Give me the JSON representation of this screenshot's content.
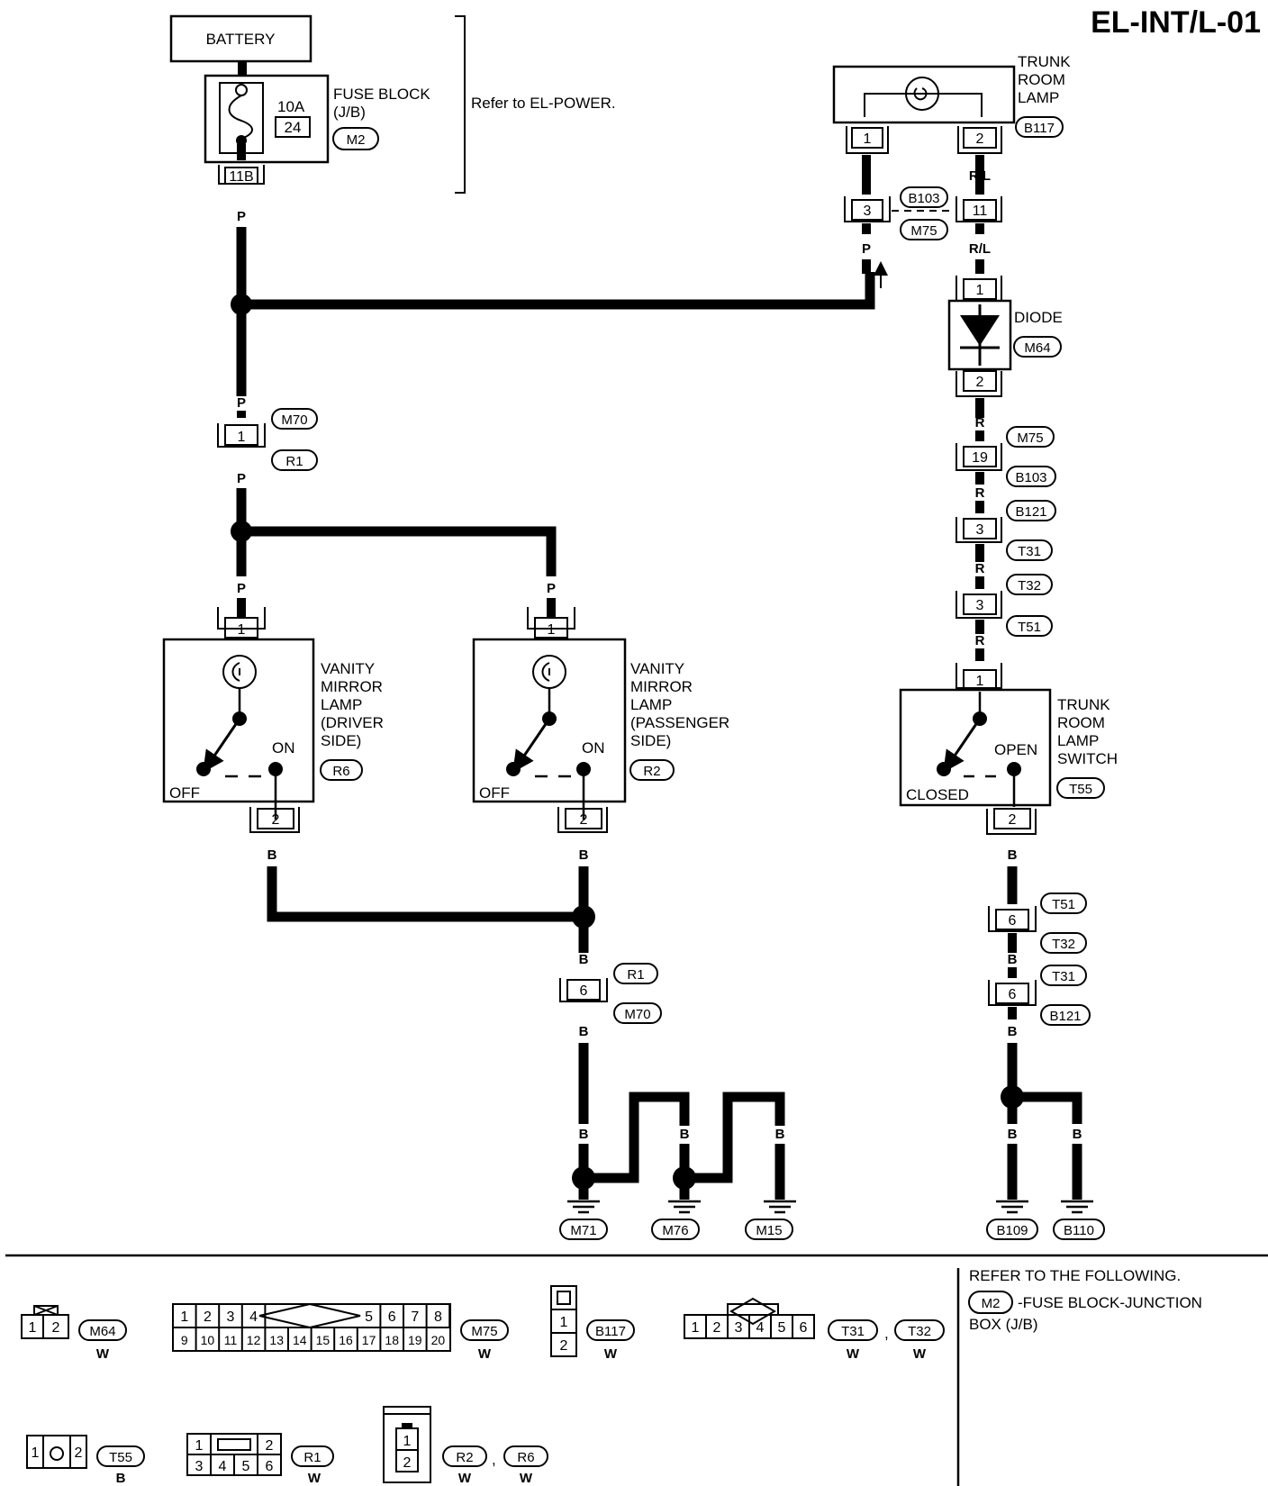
{
  "page_title": "EL-INT/L-01",
  "battery": {
    "label": "BATTERY"
  },
  "fuse_block": {
    "label_line1": "FUSE BLOCK",
    "label_line2": "(J/B)",
    "rating": "10A",
    "fuse_number": "24",
    "connector": "M2",
    "terminal": "11B",
    "note": "Refer to EL-POWER."
  },
  "trunk_room_lamp": {
    "label": [
      "TRUNK",
      "ROOM",
      "LAMP"
    ],
    "connector": "B117",
    "pins": [
      "1",
      "2"
    ]
  },
  "junction_b103_m75": {
    "pin_left": "3",
    "pin_right": "11",
    "conn_top": "B103",
    "conn_bottom": "M75"
  },
  "diode": {
    "label": "DIODE",
    "connector": "M64",
    "pins": [
      "1",
      "2"
    ]
  },
  "junction_m70_r1": {
    "pin": "1",
    "conn_top": "M70",
    "conn_bottom": "R1"
  },
  "junction_m75_b103": {
    "pin": "19",
    "conn_top": "M75",
    "conn_bottom": "B103"
  },
  "junction_b121_t31": {
    "pin": "3",
    "conn_top": "B121",
    "conn_bottom": "T31"
  },
  "junction_t32_t51": {
    "pin": "3",
    "conn_top": "T32",
    "conn_bottom": "T51"
  },
  "vanity_driver": {
    "label": [
      "VANITY",
      "MIRROR",
      "LAMP",
      "(DRIVER",
      "SIDE)"
    ],
    "connector": "R6",
    "pins": [
      "1",
      "2"
    ],
    "off": "OFF",
    "on": "ON"
  },
  "vanity_passenger": {
    "label": [
      "VANITY",
      "MIRROR",
      "LAMP",
      "(PASSENGER",
      "SIDE)"
    ],
    "connector": "R2",
    "pins": [
      "1",
      "2"
    ],
    "off": "OFF",
    "on": "ON"
  },
  "trunk_switch": {
    "label": [
      "TRUNK",
      "ROOM",
      "LAMP",
      "SWITCH"
    ],
    "connector": "T55",
    "pins": [
      "1",
      "2"
    ],
    "open": "OPEN",
    "closed": "CLOSED"
  },
  "junction_r1_m70": {
    "pin": "6",
    "conn_top": "R1",
    "conn_bottom": "M70"
  },
  "junction_t51_t32": {
    "pin": "6",
    "conn_top": "T51",
    "conn_bottom": "T32"
  },
  "junction_t31_b121": {
    "pin": "6",
    "conn_top": "T31",
    "conn_bottom": "B121"
  },
  "wire_colors": {
    "p": "P",
    "rl": "R/L",
    "r": "R",
    "b": "B"
  },
  "grounds": [
    "M71",
    "M76",
    "M15",
    "B109",
    "B110"
  ],
  "connector_views": {
    "m64": {
      "name": "M64",
      "color": "W",
      "pins": [
        "1",
        "2"
      ]
    },
    "m75": {
      "name": "M75",
      "color": "W",
      "row1": [
        "1",
        "2",
        "3",
        "4",
        "5",
        "6",
        "7",
        "8"
      ],
      "row2": [
        "9",
        "10",
        "11",
        "12",
        "13",
        "14",
        "15",
        "16",
        "17",
        "18",
        "19",
        "20"
      ]
    },
    "b117": {
      "name": "B117",
      "color": "W",
      "pins": [
        "1",
        "2"
      ]
    },
    "t31_t32": {
      "names": [
        "T31",
        "T32"
      ],
      "sep": ",",
      "colors": [
        "W",
        "W"
      ],
      "pins": [
        "1",
        "2",
        "3",
        "4",
        "5",
        "6"
      ]
    },
    "t55": {
      "name": "T55",
      "color": "B",
      "pins": [
        "1",
        "2"
      ]
    },
    "r1": {
      "name": "R1",
      "color": "W",
      "pins": [
        "1",
        "2",
        "3",
        "4",
        "5",
        "6"
      ]
    },
    "r2_r6": {
      "names": [
        "R2",
        "R6"
      ],
      "sep": ",",
      "colors": [
        "W",
        "W"
      ],
      "pins": [
        "1",
        "2"
      ]
    }
  },
  "reference": {
    "line1": "REFER TO THE FOLLOWING.",
    "connector": "M2",
    "text1": "-FUSE BLOCK-JUNCTION",
    "text2": "BOX (J/B)"
  }
}
